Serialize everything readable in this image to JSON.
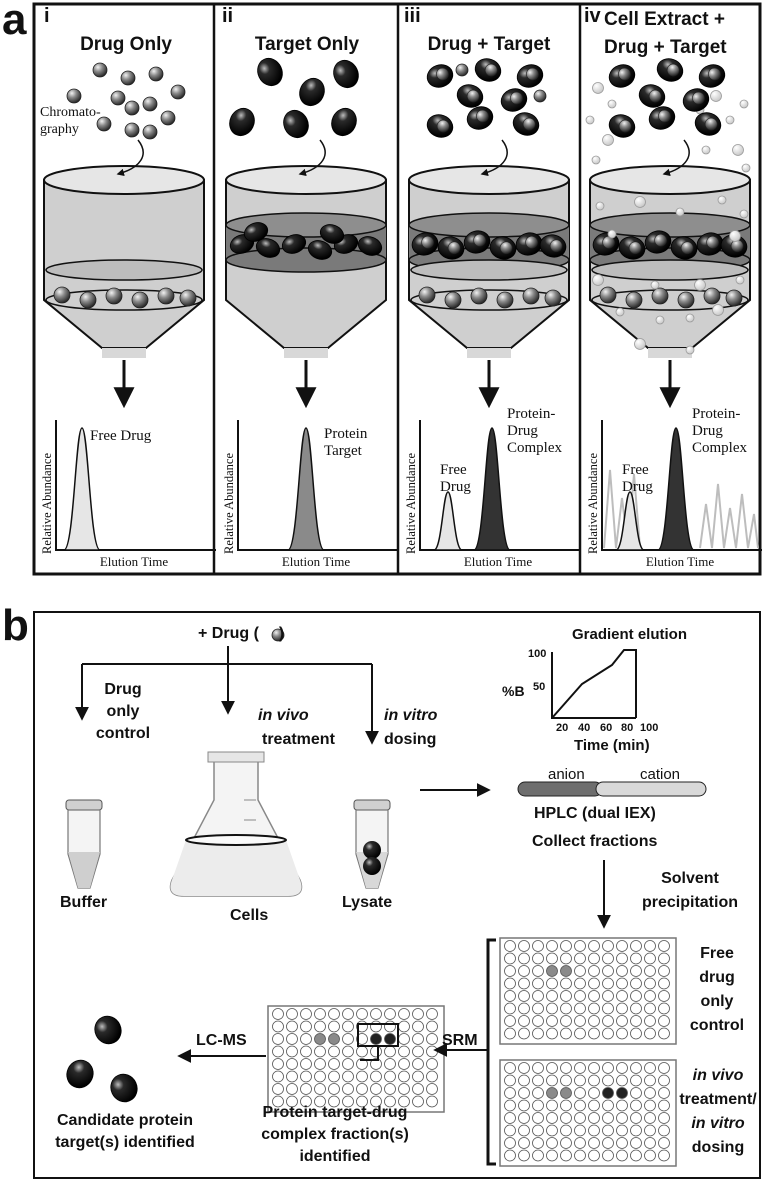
{
  "panel_a": {
    "letter": "a",
    "columns": [
      {
        "roman": "i",
        "title": "Drug Only",
        "chrom_label": "Chromato-\ngraphy",
        "peaks": [
          "Free Drug"
        ]
      },
      {
        "roman": "ii",
        "title": "Target Only",
        "peaks": [
          "Protein\nTarget"
        ]
      },
      {
        "roman": "iii",
        "title": "Drug + Target",
        "peaks": [
          "Free\nDrug",
          "Protein-\nDrug\nComplex"
        ]
      },
      {
        "roman": "iv",
        "title": "Cell Extract +\nDrug + Target",
        "peaks": [
          "Free\nDrug",
          "Protein-\nDrug\nComplex"
        ]
      }
    ],
    "y_axis": "Relative Abundance",
    "x_axis": "Elution Time"
  },
  "panel_b": {
    "letter": "b",
    "drug_add": "+ Drug (",
    "drug_add_close": ")",
    "drug_only_control": "Drug\nonly\ncontrol",
    "in_vivo": "in vivo",
    "treatment": "treatment",
    "in_vitro": "in vitro",
    "dosing": "dosing",
    "buffer": "Buffer",
    "cells": "Cells",
    "lysate": "Lysate",
    "gradient": {
      "title": "Gradient elution",
      "ylabel": "%B",
      "yticks": [
        "100",
        "50"
      ],
      "xticks": [
        "20",
        "40",
        "60",
        "80",
        "100"
      ],
      "xlabel": "Time (min)"
    },
    "anion": "anion",
    "cation": "cation",
    "hplc": "HPLC (dual IEX)",
    "collect": "Collect fractions",
    "solvent": "Solvent\nprecipitation",
    "free_control": "Free\ndrug\nonly\ncontrol",
    "in_vivo2": "in vivo",
    "treatment2": "treatment/",
    "in_vitro2": "in vitro",
    "dosing2": "dosing",
    "srm": "SRM",
    "lcms": "LC-MS",
    "complex_label": "Protein target-drug\ncomplex fraction(s)\nidentified",
    "candidate": "Candidate protein\ntarget(s) identified"
  }
}
